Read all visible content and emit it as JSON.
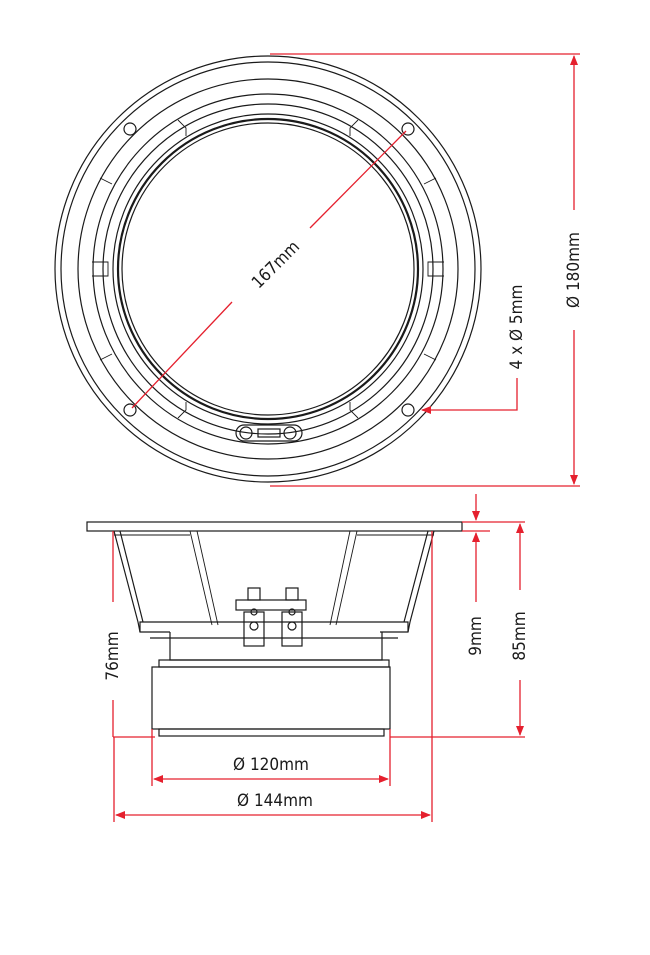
{
  "dimensions": {
    "cone_diameter": "167mm",
    "outer_diameter": "Ø 180mm",
    "mounting_holes": "4 x Ø 5mm",
    "flange_thickness": "9mm",
    "total_depth": "85mm",
    "basket_depth": "76mm",
    "magnet_diameter": "Ø 120mm",
    "cutout_diameter": "Ø 144mm"
  },
  "colors": {
    "dimension_line": "#e5202e",
    "outline": "#1a1a1a"
  }
}
